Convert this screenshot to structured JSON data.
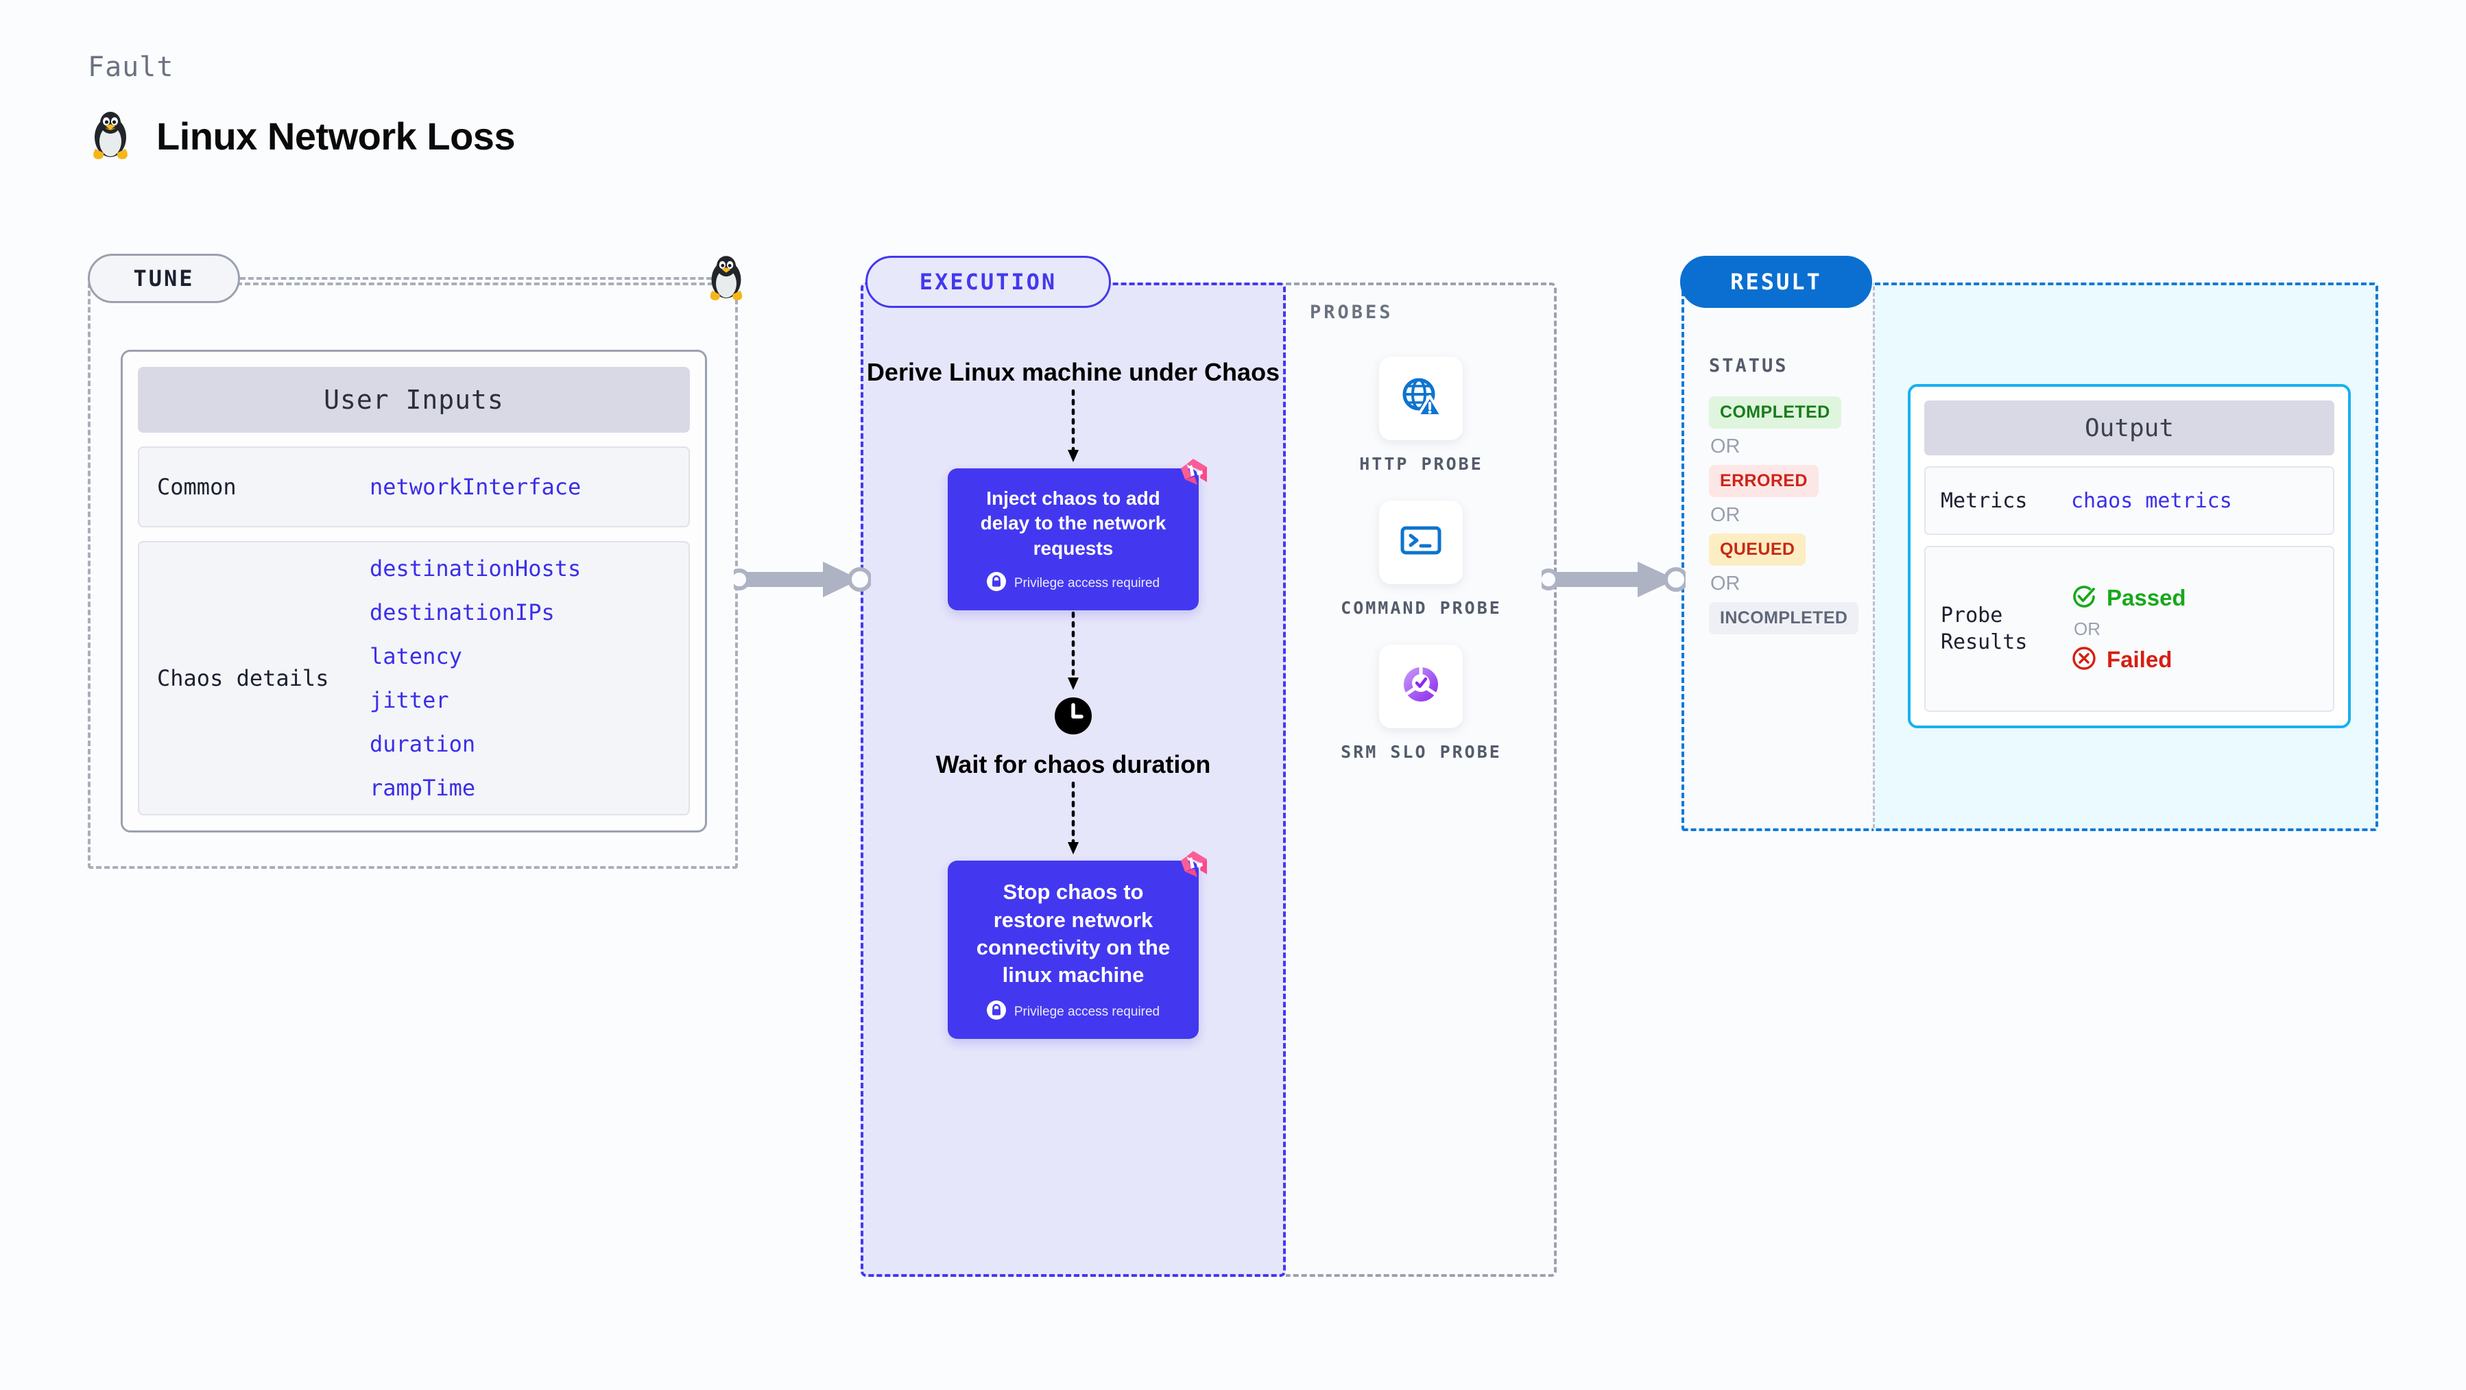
{
  "header": {
    "kicker": "Fault",
    "title": "Linux Network Loss",
    "icon": "linux-tux-icon"
  },
  "tune": {
    "pill_label": "TUNE",
    "card_title": "User Inputs",
    "sections": [
      {
        "label": "Common",
        "values": [
          "networkInterface"
        ]
      },
      {
        "label": "Chaos details",
        "values": [
          "destinationHosts",
          "destinationIPs",
          "latency",
          "jitter",
          "duration",
          "rampTime"
        ]
      }
    ],
    "badge_icon": "linux-tux-icon"
  },
  "execution": {
    "pill_label": "EXECUTION",
    "start_title": "Derive Linux machine under Chaos",
    "nodes": [
      {
        "text": "Inject chaos to add delay to the network requests",
        "privilege": "Privilege access required",
        "privilege_icon": "lock-icon",
        "corner_icon": "chaos-badge-icon"
      },
      {
        "text": "Stop chaos to restore network connectivity on the linux machine",
        "privilege": "Privilege access required",
        "privilege_icon": "lock-icon",
        "corner_icon": "chaos-badge-icon"
      }
    ],
    "wait": {
      "icon": "clock-icon",
      "label": "Wait for chaos duration"
    }
  },
  "probes": {
    "title": "PROBES",
    "items": [
      {
        "name": "HTTP PROBE",
        "icon": "globe-warning-icon"
      },
      {
        "name": "COMMAND PROBE",
        "icon": "terminal-icon"
      },
      {
        "name": "SRM SLO PROBE",
        "icon": "slo-donut-check-icon"
      }
    ]
  },
  "result": {
    "pill_label": "RESULT",
    "status_title": "STATUS",
    "or_label": "OR",
    "statuses": [
      {
        "label": "COMPLETED",
        "tone": "completed"
      },
      {
        "label": "ERRORED",
        "tone": "errored"
      },
      {
        "label": "QUEUED",
        "tone": "queued"
      },
      {
        "label": "INCOMPLETED",
        "tone": "incompleted"
      }
    ]
  },
  "output": {
    "card_title": "Output",
    "metrics_label": "Metrics",
    "metrics_value": "chaos metrics",
    "probe_results_label": "Probe Results",
    "passed_label": "Passed",
    "failed_label": "Failed",
    "or_label": "OR",
    "passed_icon": "check-circle-icon",
    "failed_icon": "x-circle-icon"
  },
  "colors": {
    "accent_purple": "#4338ef",
    "accent_blue": "#0a6fd0",
    "cyan_border": "#18b0ef",
    "pink_badge": "#fb5c96",
    "mono_value": "#3b2ee8",
    "success": "#17a81a",
    "danger": "#d61f12",
    "warning_bg": "#fdedc2"
  }
}
